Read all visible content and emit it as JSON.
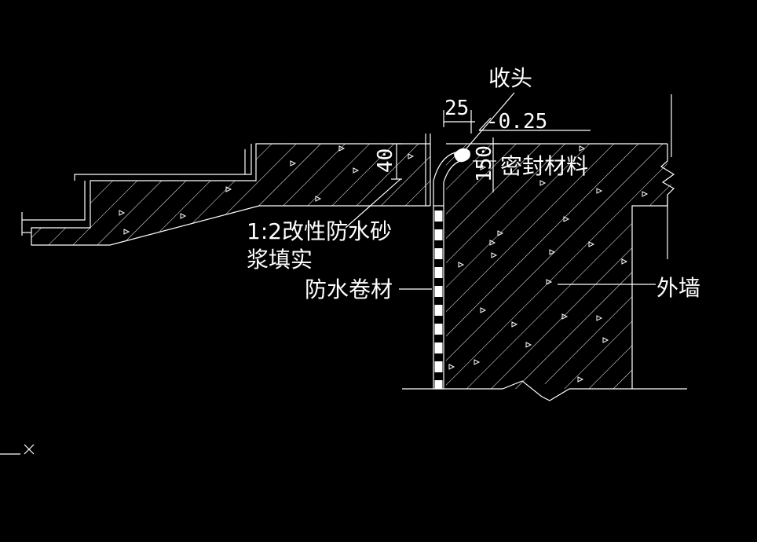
{
  "labels": {
    "shoutou": "收头",
    "seal_material": "密封材料",
    "mortar_line1": "1:2改性防水砂",
    "mortar_line2": "浆填实",
    "membrane": "防水卷材",
    "outer_wall": "外墙"
  },
  "dimensions": {
    "d25": "25",
    "elevation": "-0.25",
    "d40": "40",
    "d150": "150"
  },
  "ucs": {
    "x_axis_label": "×"
  },
  "colors": {
    "background": "#000000",
    "line": "#ffffff"
  }
}
